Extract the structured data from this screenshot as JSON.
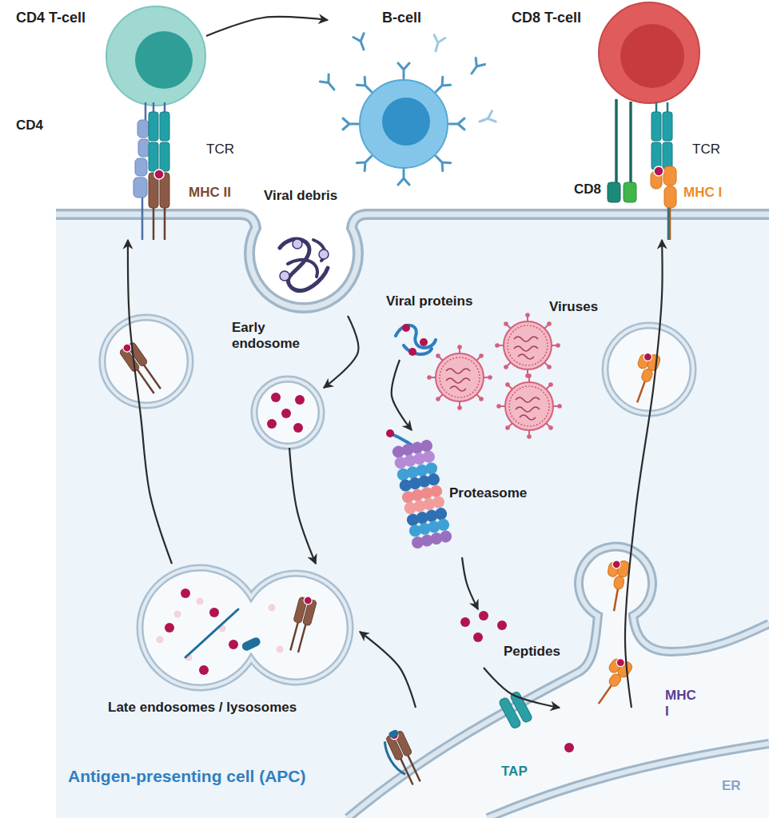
{
  "diagram": {
    "nodes": [
      {
        "text": [
          "CD4 T-cell"
        ]
      },
      {
        "text": [
          "B-cell"
        ]
      },
      {
        "text": [
          "CD8 T-cell"
        ]
      },
      {
        "text": [
          "Viral debris"
        ]
      },
      {
        "text": [
          "Antigen-presenting cell (APC)"
        ]
      },
      {
        "text": [
          "Early endosome"
        ],
        "in": 4
      },
      {
        "text": [
          "Viral proteins"
        ],
        "in": 4
      },
      {
        "text": [
          "Proteasome"
        ],
        "in": 4
      },
      {
        "text": [
          "Peptides"
        ],
        "in": 4
      },
      {
        "text": [
          "Late endosomes / lysosomes"
        ],
        "in": 4
      },
      {
        "text": [
          "ER"
        ],
        "in": 4
      }
    ],
    "edges": [
      {
        "from": 0,
        "to": 1,
        "arrow": "to"
      },
      {
        "from": 3,
        "to": 5,
        "arrow": "to"
      },
      {
        "from": 5,
        "to": 9,
        "arrow": "to"
      },
      {
        "from": 6,
        "to": 7,
        "arrow": "to"
      },
      {
        "from": 7,
        "to": 8,
        "arrow": "to"
      },
      {
        "from": 8,
        "to": 10,
        "arrow": "to"
      },
      {
        "from": 10,
        "to": 9,
        "arrow": "to"
      },
      {
        "from": 9,
        "to": 0,
        "arrow": "to"
      },
      {
        "from": 10,
        "to": 2,
        "arrow": "to"
      }
    ],
    "labels": [
      "CD4",
      "TCR",
      "MHC II",
      "CD8",
      "TCR",
      "MHC I",
      "Viruses",
      "TAP",
      "MHC I"
    ]
  }
}
